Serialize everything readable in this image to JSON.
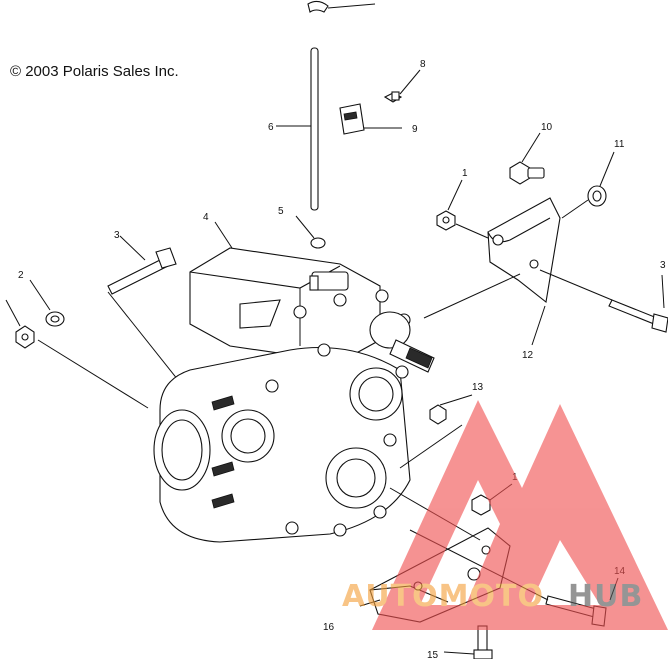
{
  "copyright": "© 2003 Polaris Sales Inc.",
  "callouts": [
    {
      "id": "c1a",
      "label": "1"
    },
    {
      "id": "c1b",
      "label": "1"
    },
    {
      "id": "c2",
      "label": "2"
    },
    {
      "id": "c3a",
      "label": "3"
    },
    {
      "id": "c3b",
      "label": "3"
    },
    {
      "id": "c4",
      "label": "4"
    },
    {
      "id": "c5",
      "label": "5"
    },
    {
      "id": "c6",
      "label": "6"
    },
    {
      "id": "c8",
      "label": "8"
    },
    {
      "id": "c9",
      "label": "9"
    },
    {
      "id": "c10",
      "label": "10"
    },
    {
      "id": "c11",
      "label": "11"
    },
    {
      "id": "c12",
      "label": "12"
    },
    {
      "id": "c13",
      "label": "13"
    },
    {
      "id": "c14",
      "label": "14"
    },
    {
      "id": "c15",
      "label": "15"
    },
    {
      "id": "c16",
      "label": "16"
    }
  ],
  "watermark": {
    "text_a": "AUTOMOTO",
    "text_b": "HUB",
    "color_a": "#f4a13d",
    "color_b": "#555555",
    "triangle_color": "#f05050"
  }
}
